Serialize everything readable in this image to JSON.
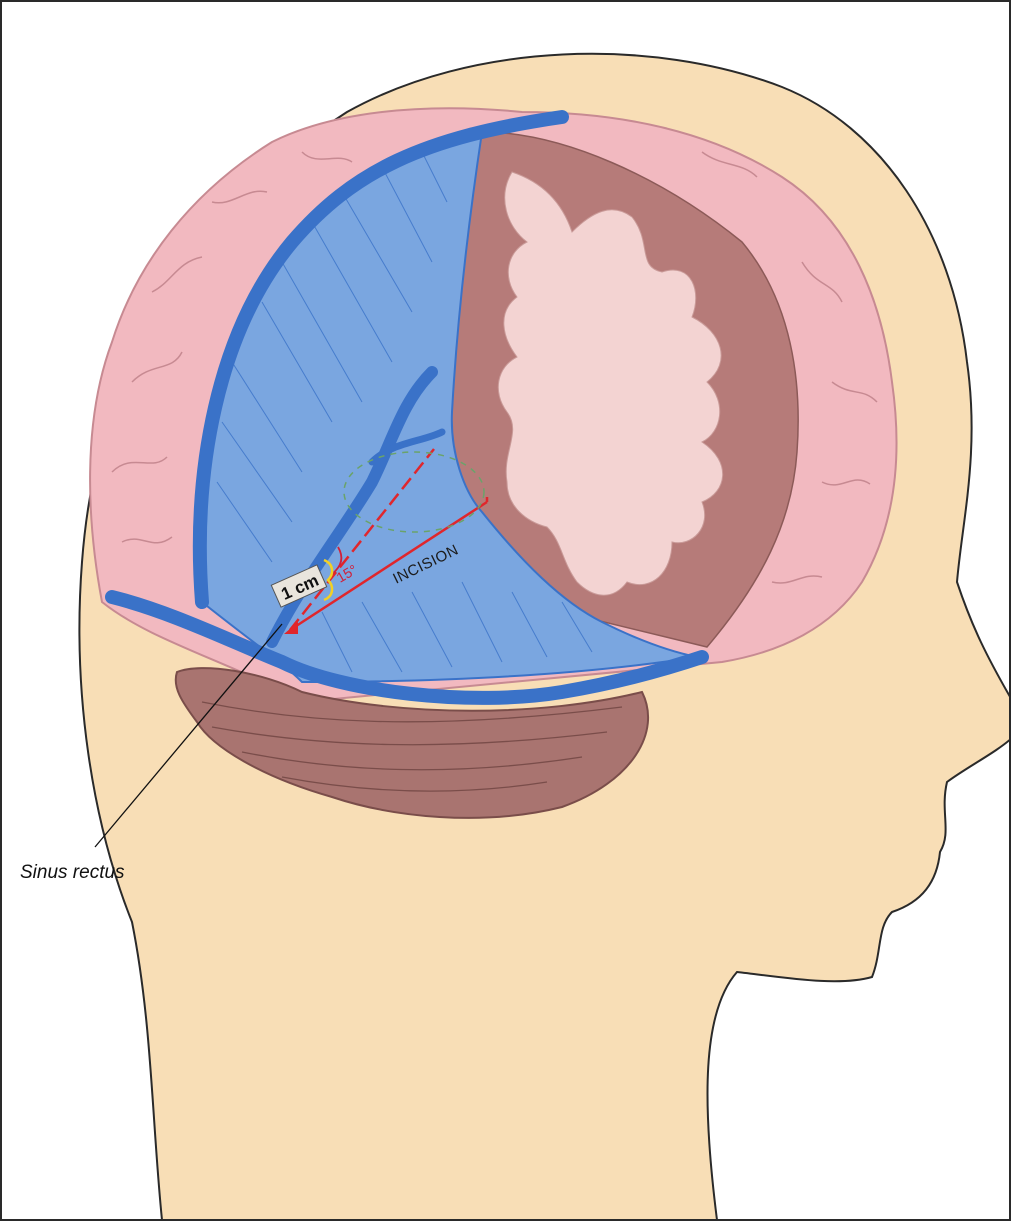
{
  "labels": {
    "sinus_rectus": "Sinus rectus",
    "incision": "INCISION",
    "angle": "15°",
    "distance": "1 cm"
  },
  "colors": {
    "skin": "#f8deb6",
    "skin_outline": "#2a2a2a",
    "cortex_pink": "#f2b9c0",
    "gray_matter": "#b67b79",
    "white_matter": "#f3d3d2",
    "tentorium_blue": "#7aa6e0",
    "sinus_blue": "#3a72c8",
    "cerebellum": "#a97470",
    "incision_red": "#e0262c",
    "angle_red": "#d0203a",
    "bracket_yellow": "#f2d024"
  }
}
